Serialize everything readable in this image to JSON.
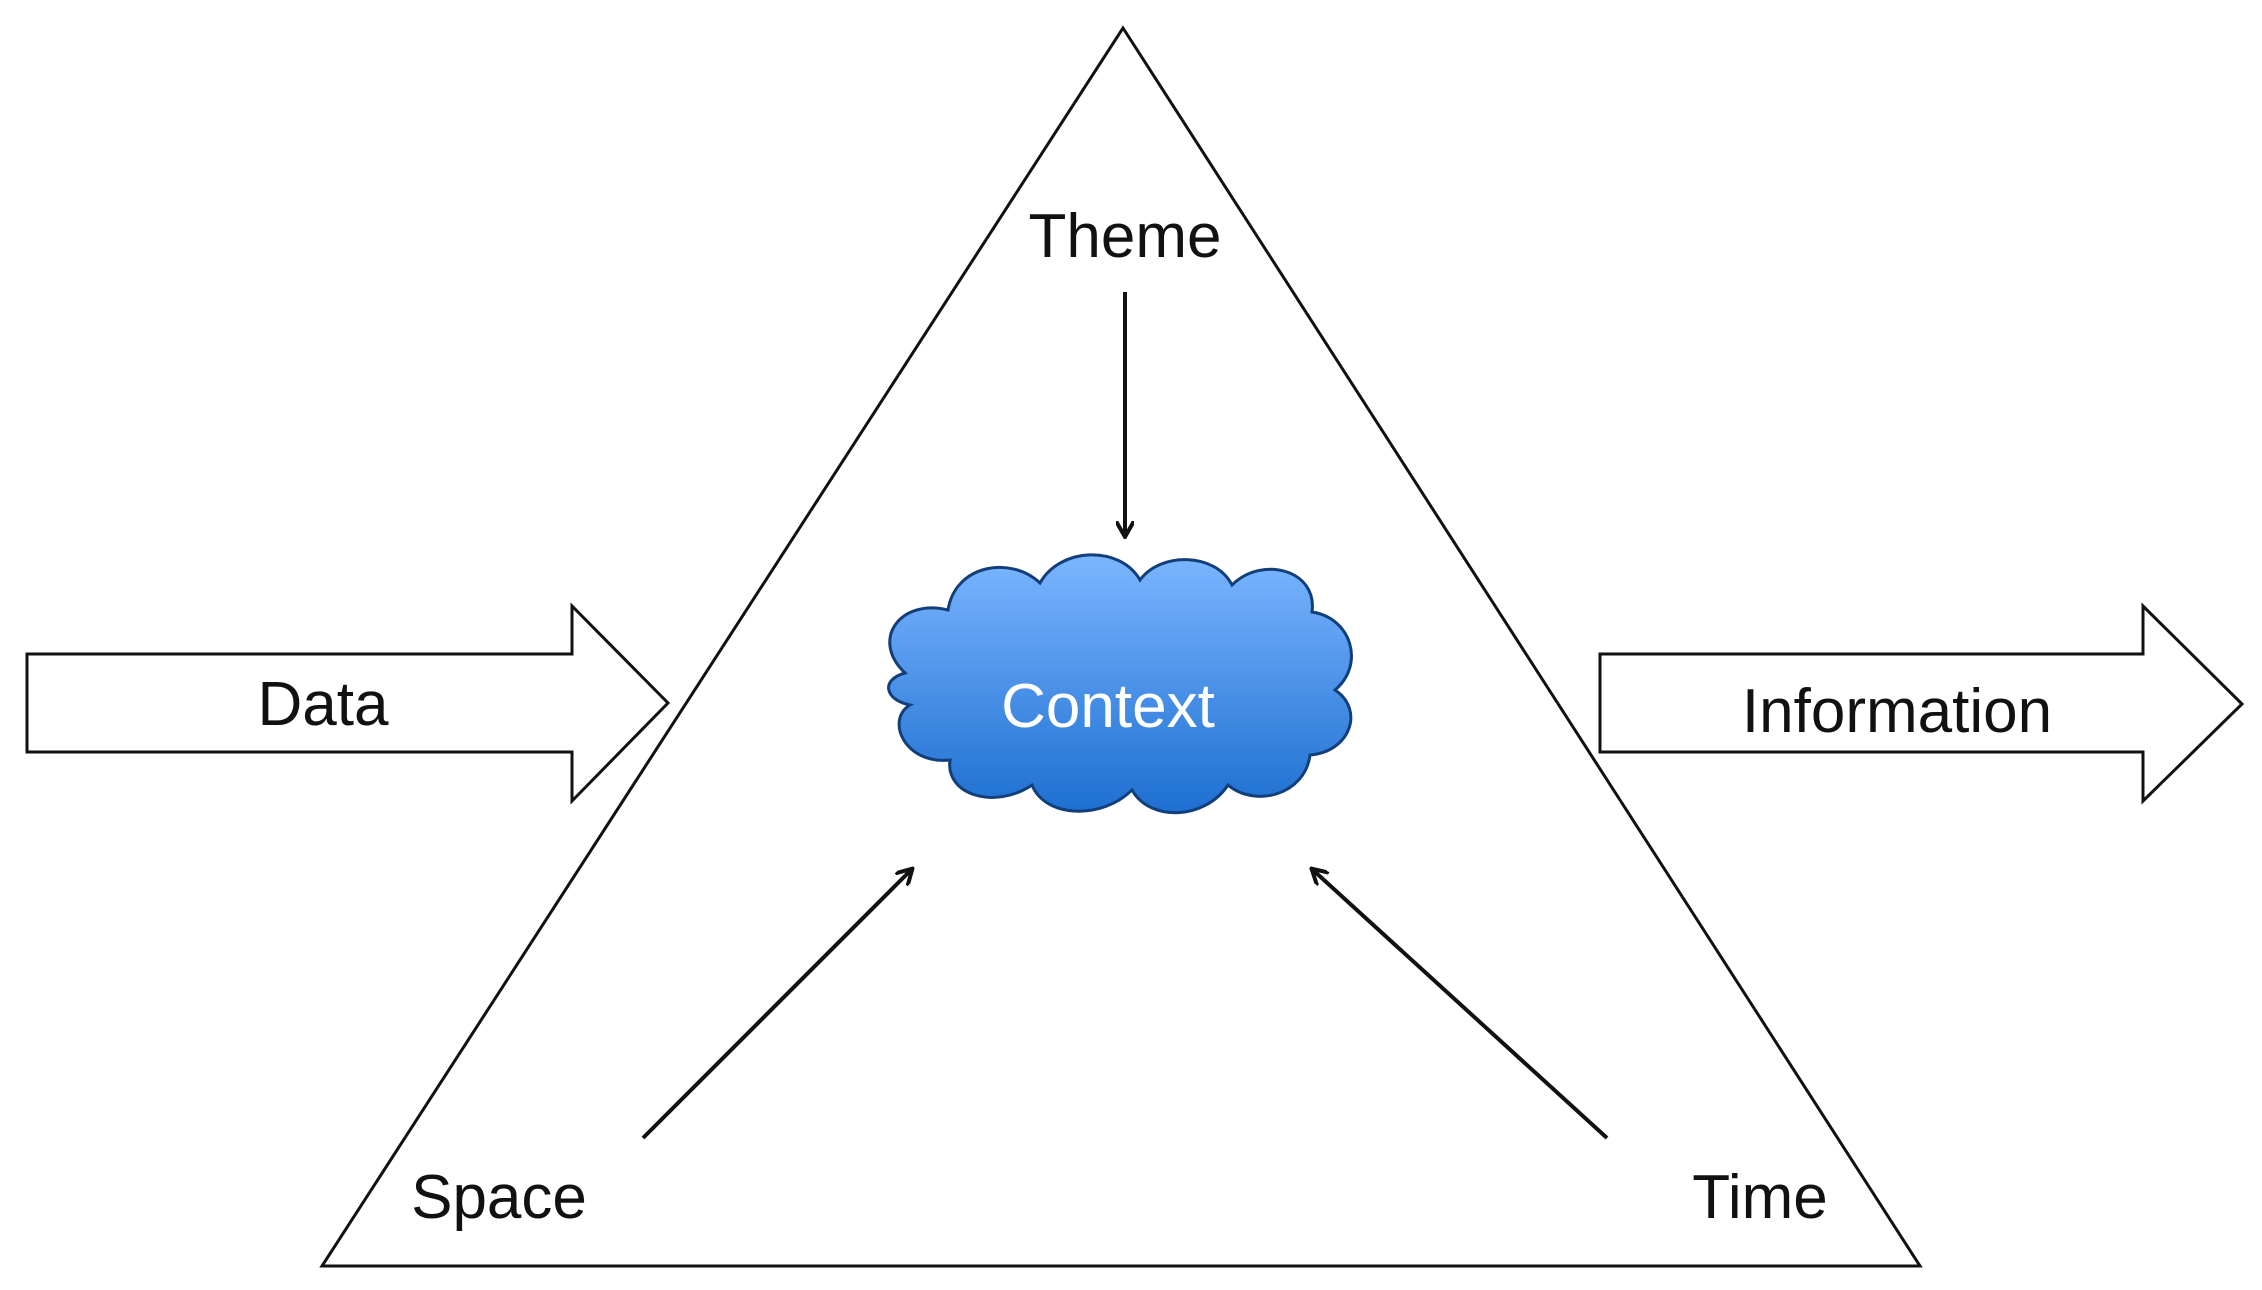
{
  "nodes": {
    "theme": "Theme",
    "space": "Space",
    "time": "Time",
    "context": "Context",
    "input": "Data",
    "output": "Information"
  },
  "colors": {
    "cloud_top": "#7bb6ff",
    "cloud_bottom": "#1d6fd1",
    "cloud_stroke": "#123f7a",
    "line": "#111111",
    "background": "#ffffff"
  }
}
